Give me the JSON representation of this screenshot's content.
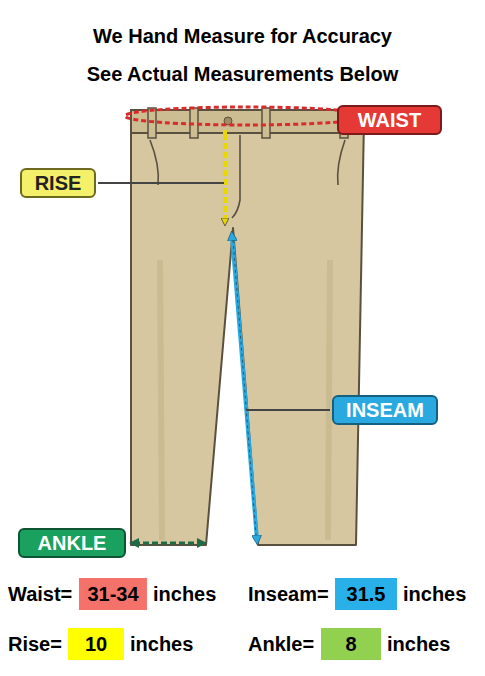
{
  "diagram": {
    "title": "We Hand Measure for Accuracy",
    "nodes": [
      {
        "text": [
          "WAIST"
        ]
      },
      {
        "text": [
          "RISE"
        ]
      },
      {
        "text": [
          "INSEAM"
        ]
      },
      {
        "text": [
          "ANKLE"
        ]
      },
      {
        "text": [
          "31-34"
        ]
      },
      {
        "text": [
          "31.5"
        ]
      },
      {
        "text": [
          "10"
        ]
      },
      {
        "text": [
          "8"
        ]
      }
    ],
    "labels": [
      "See Actual Measurements Below",
      "Waist=",
      "inches",
      "Inseam=",
      "inches",
      "Rise=",
      "inches",
      "Ankle=",
      "inches"
    ]
  }
}
